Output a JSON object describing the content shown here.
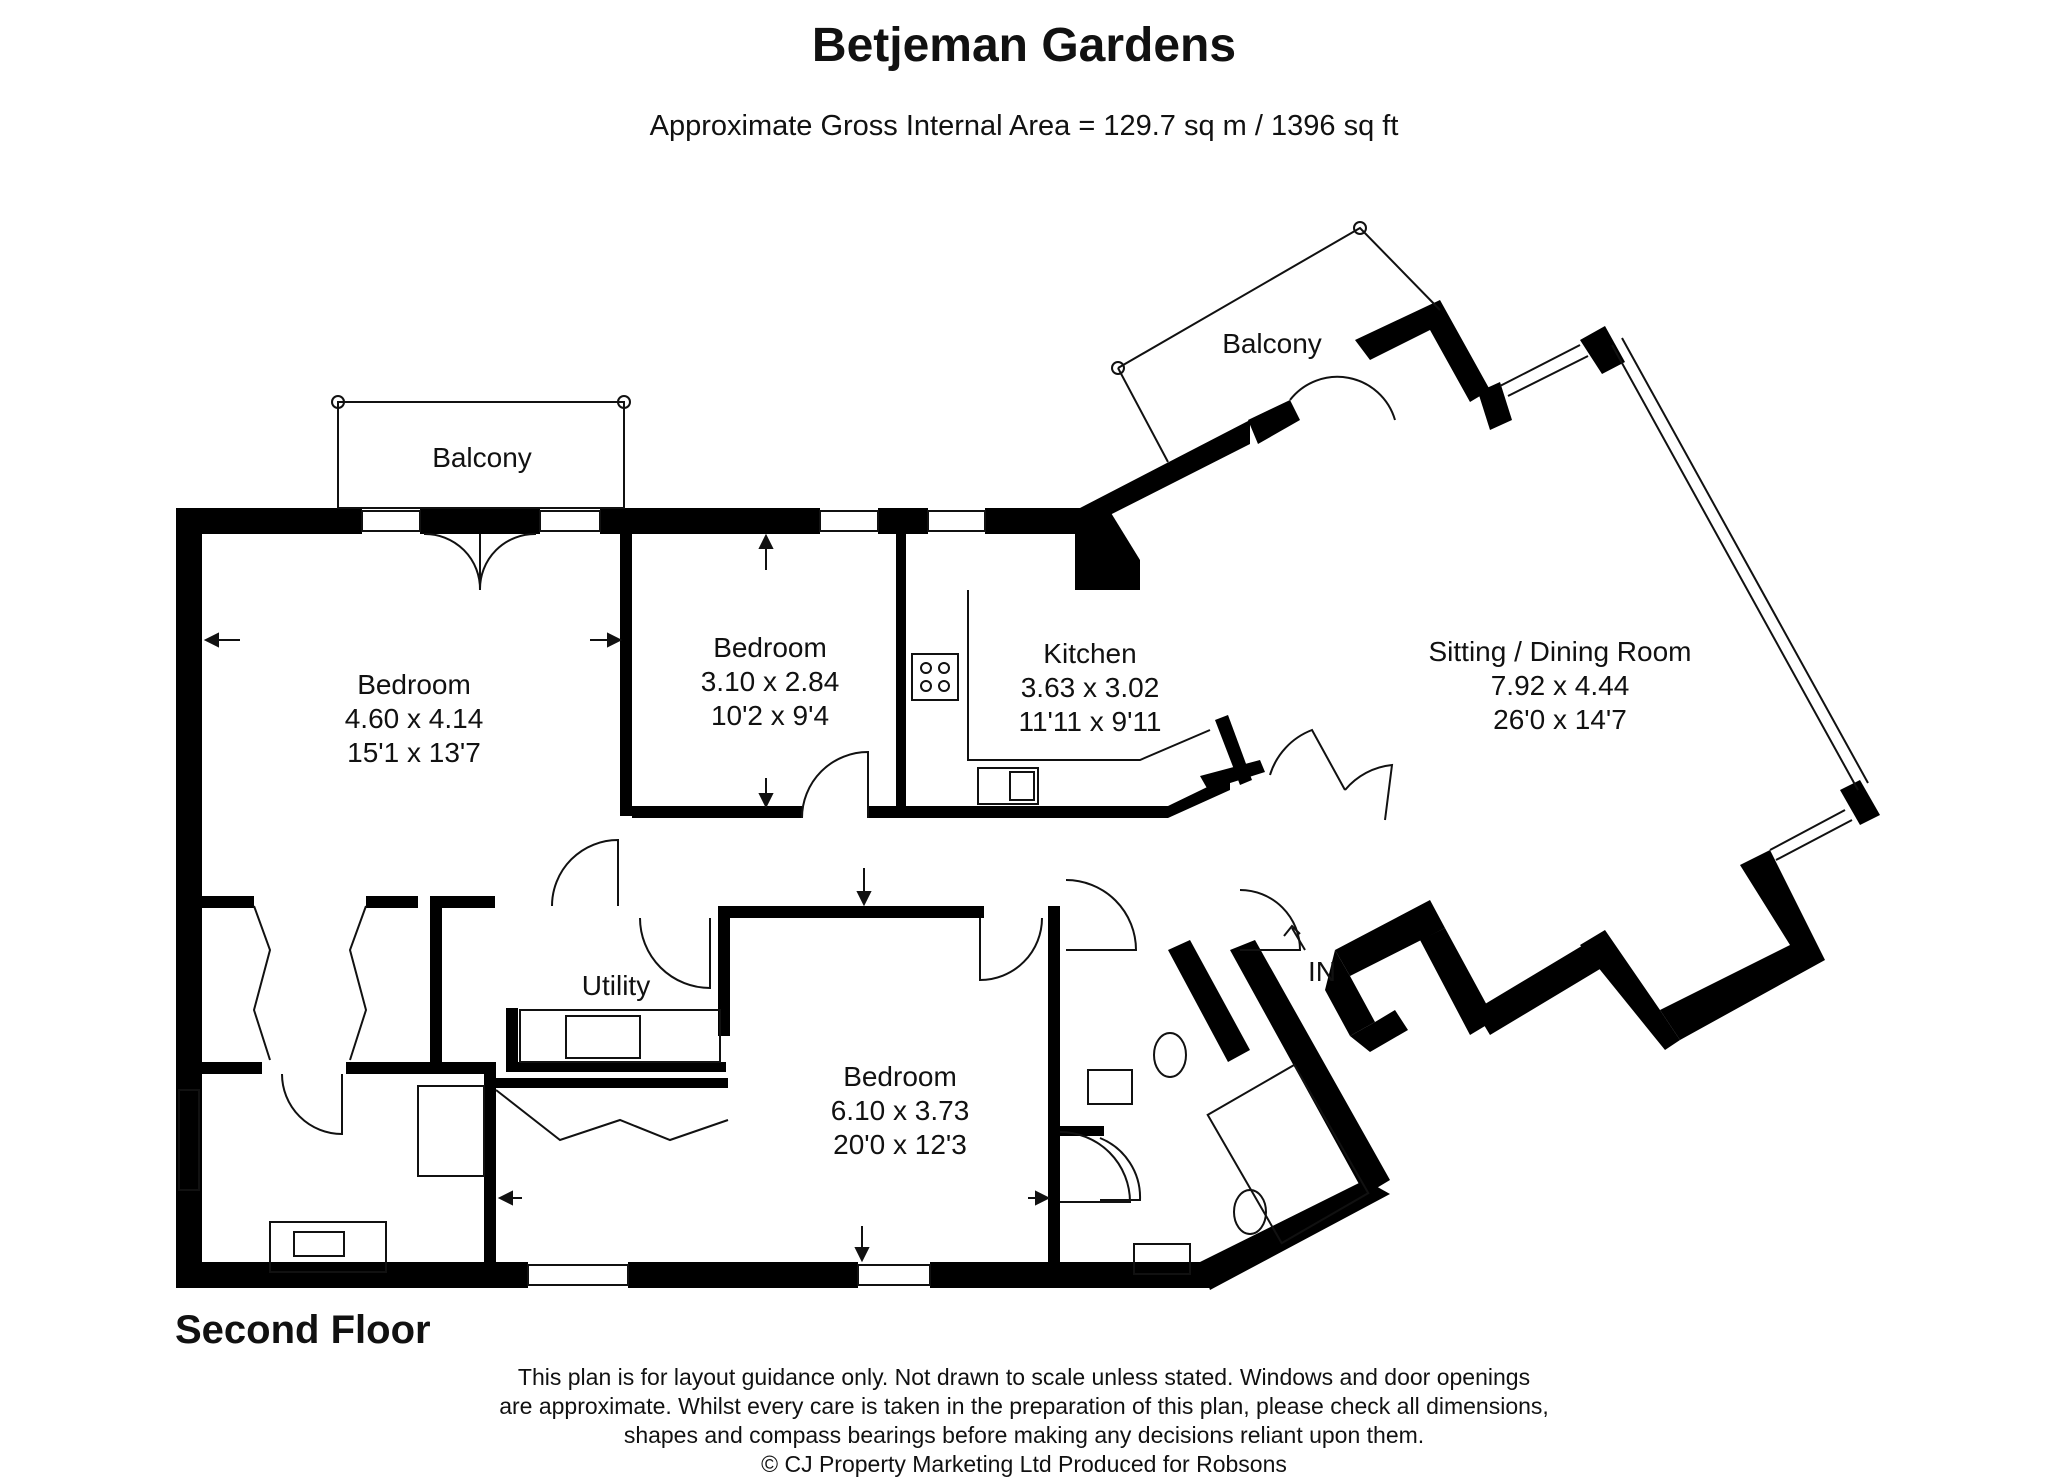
{
  "title": "Betjeman Gardens",
  "subtitle": "Approximate Gross Internal Area = 129.7 sq m / 1396 sq ft",
  "floor": "Second Floor",
  "entrance": "IN",
  "balconies": [
    "Balcony",
    "Balcony"
  ],
  "rooms": {
    "bedroom1": {
      "name": "Bedroom",
      "metric": "4.60 x 4.14",
      "imperial": "15'1 x 13'7"
    },
    "bedroom2": {
      "name": "Bedroom",
      "metric": "3.10 x 2.84",
      "imperial": "10'2 x 9'4"
    },
    "kitchen": {
      "name": "Kitchen",
      "metric": "3.63 x 3.02",
      "imperial": "11'11 x 9'11"
    },
    "sitting": {
      "name": "Sitting / Dining Room",
      "metric": "7.92 x 4.44",
      "imperial": "26'0 x 14'7"
    },
    "utility": {
      "name": "Utility"
    },
    "bedroom3": {
      "name": "Bedroom",
      "metric": "6.10 x 3.73",
      "imperial": "20'0 x 12'3"
    }
  },
  "disclaimer": [
    "This plan is for layout guidance only. Not drawn to scale unless stated. Windows and door openings",
    "are approximate. Whilst every care is taken in the preparation of this plan, please check all dimensions,",
    "shapes and compass bearings before making any decisions reliant upon them.",
    "© CJ Property Marketing Ltd Produced for Robsons"
  ]
}
